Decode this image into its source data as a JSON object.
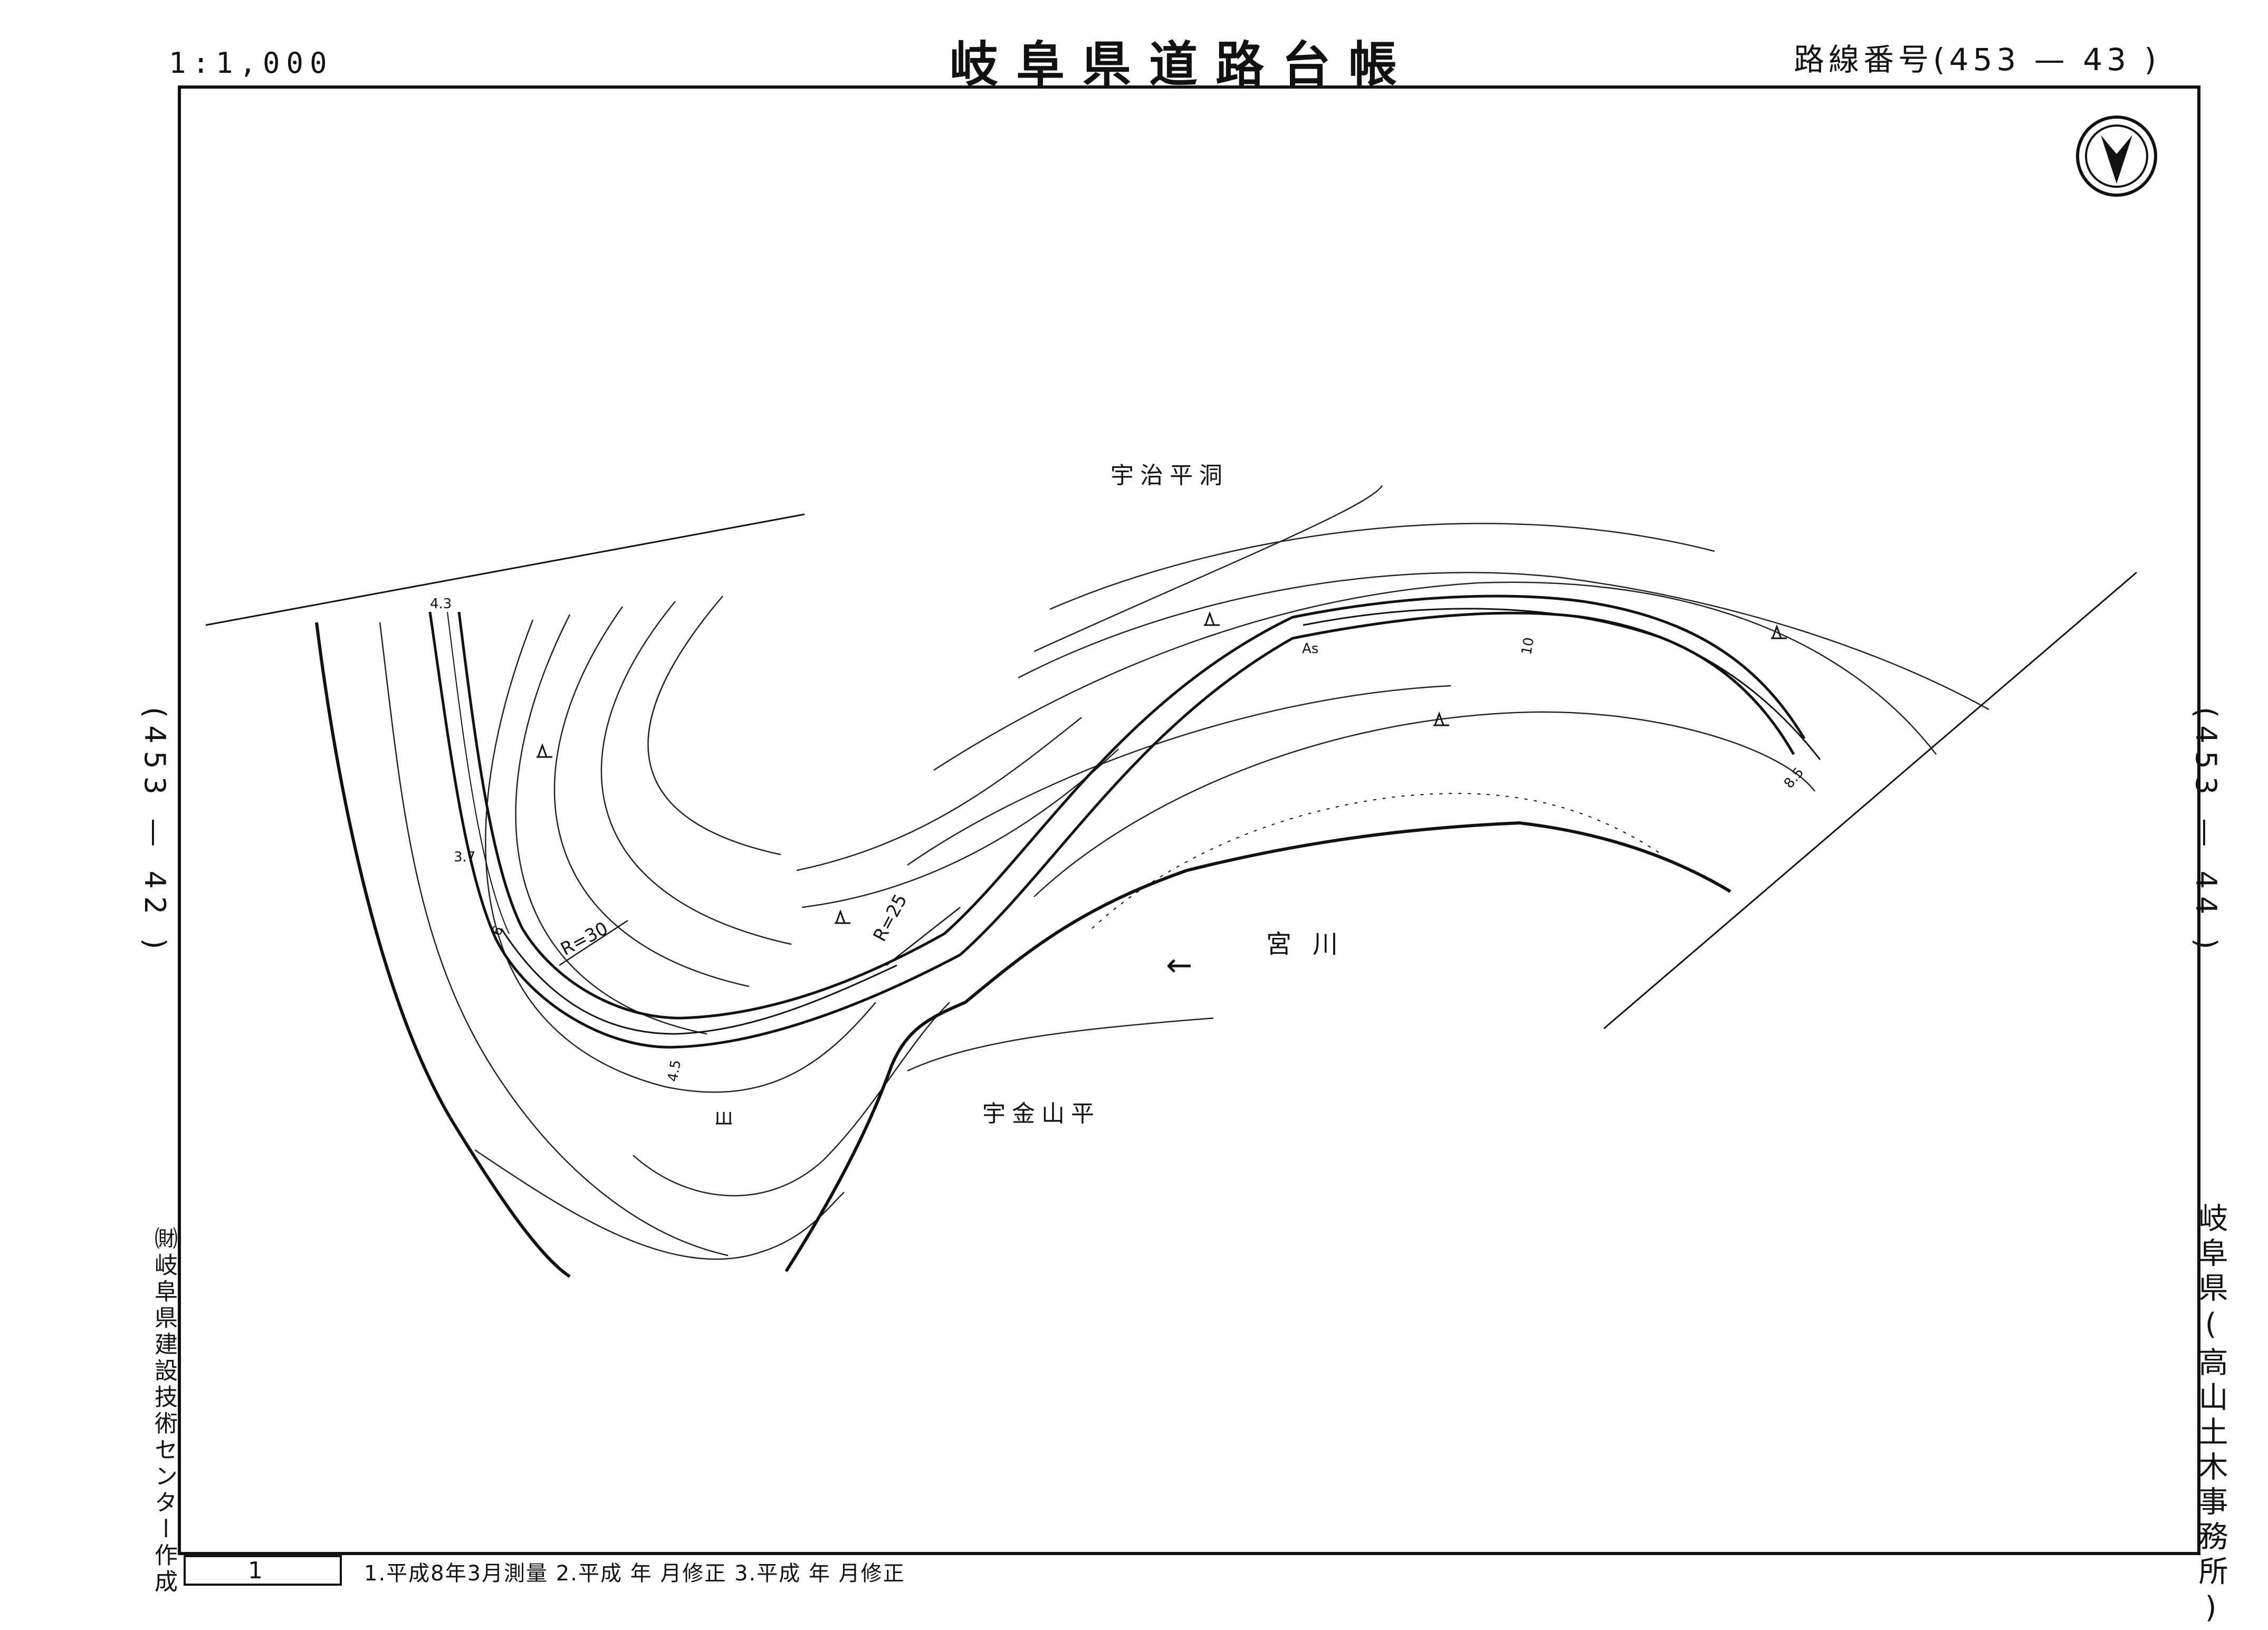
{
  "header": {
    "scale": "1:1,000",
    "title": "岐阜県道路台帳",
    "route_number": "路線番号(453 — 43 )"
  },
  "adjacent_sheets": {
    "left": "(453 — 42 )",
    "right": "(453 — 44 )"
  },
  "margin_notes": {
    "maker": "㈶岐阜県建設技術センター作成",
    "office": "岐阜県(高山土木事務所)"
  },
  "map_labels": {
    "area_north": "宇治平洞",
    "area_south": "宇金山平",
    "river_name": "宮川",
    "river_arrow": "←",
    "curve_radius_1": "R=30",
    "curve_radius_2": "R=25",
    "pavement": "As",
    "width_1": "4.3",
    "width_2": "3.7",
    "width_3": "4.5",
    "width_4": "6",
    "width_5": "10",
    "width_6": "8.5"
  },
  "map_symbols": {
    "north_arrow": "north-arrow-icon",
    "grassland": "grassland-symbol",
    "field": "field-symbol"
  },
  "footer": {
    "sheet_number": "1",
    "revisions": "1.平成8年3月測量 2.平成 年 月修正 3.平成 年 月修正"
  }
}
